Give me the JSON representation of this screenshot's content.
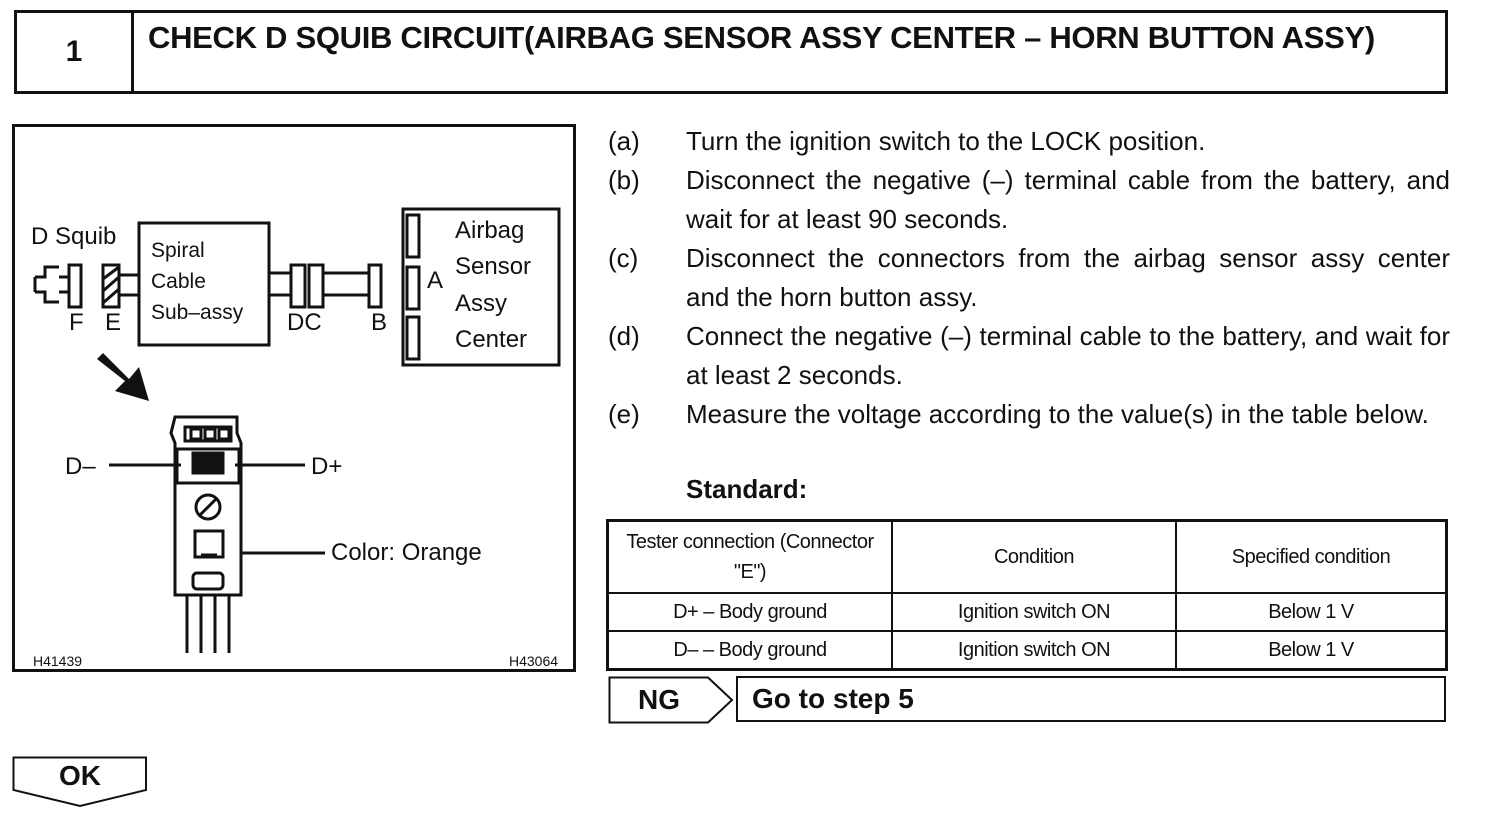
{
  "header": {
    "step_number": "1",
    "title": "CHECK D SQUIB CIRCUIT(AIRBAG SENSOR ASSY CENTER – HORN BUTTON ASSY)"
  },
  "figure": {
    "d_squib": "D Squib",
    "spiral_line1": "Spiral",
    "spiral_line2": "Cable",
    "spiral_line3": "Sub–assy",
    "airbag_line1": "Airbag",
    "airbag_line2": "Sensor",
    "airbag_line3": "Assy",
    "airbag_line4": "Center",
    "label_f": "F",
    "label_e": "E",
    "label_dc": "DC",
    "label_b": "B",
    "label_a": "A",
    "d_minus": "D–",
    "d_plus": "D+",
    "color_label": "Color: Orange",
    "code_left": "H41439",
    "code_right": "H43064"
  },
  "steps": [
    {
      "letter": "(a)",
      "text": "Turn the ignition switch to the LOCK position."
    },
    {
      "letter": "(b)",
      "text": "Disconnect the negative (–) terminal cable from the battery, and wait for at least 90 seconds."
    },
    {
      "letter": "(c)",
      "text": "Disconnect the connectors from the airbag sensor assy center and the horn button assy."
    },
    {
      "letter": "(d)",
      "text": "Connect the negative (–) terminal cable to the battery, and wait for at least 2 seconds."
    },
    {
      "letter": "(e)",
      "text": "Measure the voltage according to the value(s) in the table below."
    }
  ],
  "standard_label": "Standard:",
  "table": {
    "headers": [
      "Tester connection (Connector \"E\")",
      "Condition",
      "Specified condition"
    ],
    "rows": [
      [
        "D+ – Body ground",
        "Ignition switch ON",
        "Below 1 V"
      ],
      [
        "D– – Body ground",
        "Ignition switch ON",
        "Below 1 V"
      ]
    ]
  },
  "ng": {
    "label": "NG",
    "target": "Go to step 5"
  },
  "ok": {
    "label": "OK"
  }
}
